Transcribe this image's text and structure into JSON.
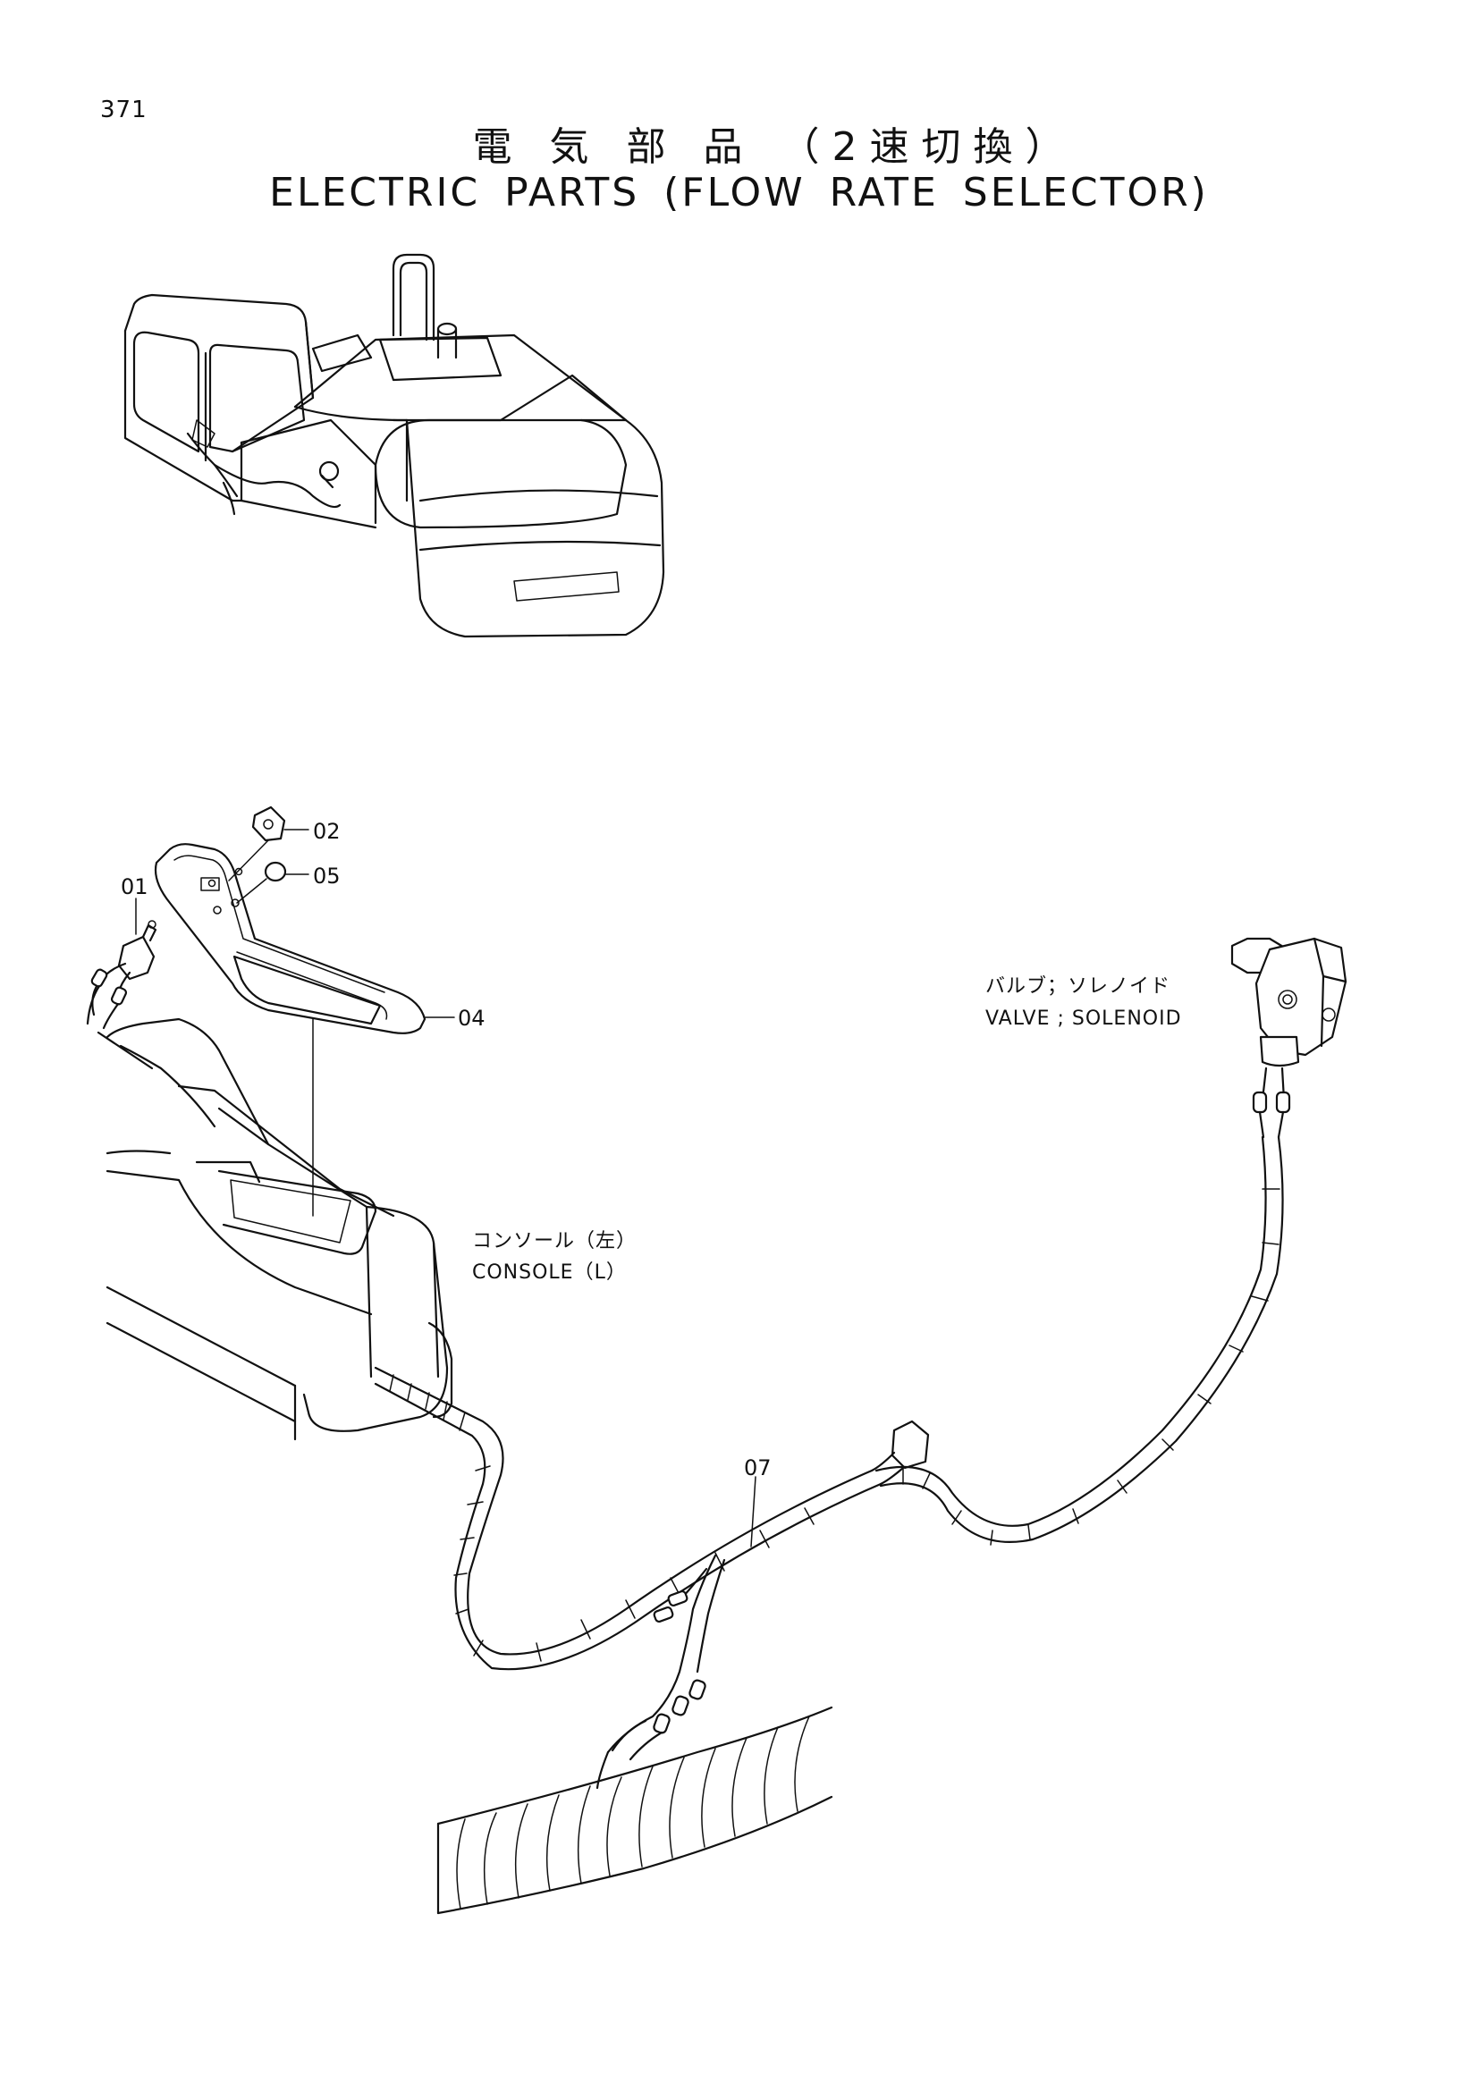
{
  "page": {
    "number": "371",
    "title_jp": "電 気 部 品 （2速切換）",
    "title_en": "ELECTRIC PARTS (FLOW RATE SELECTOR)"
  },
  "callouts": [
    {
      "id": "01",
      "label": "01"
    },
    {
      "id": "02",
      "label": "02"
    },
    {
      "id": "04",
      "label": "04"
    },
    {
      "id": "05",
      "label": "05"
    },
    {
      "id": "07",
      "label": "07"
    }
  ],
  "notes": {
    "valve_jp": "バルブ；ソレノイド",
    "valve_en": "VALVE ; SOLENOID",
    "console_jp": "コンソール（左）",
    "console_en": "CONSOLE（L）"
  }
}
